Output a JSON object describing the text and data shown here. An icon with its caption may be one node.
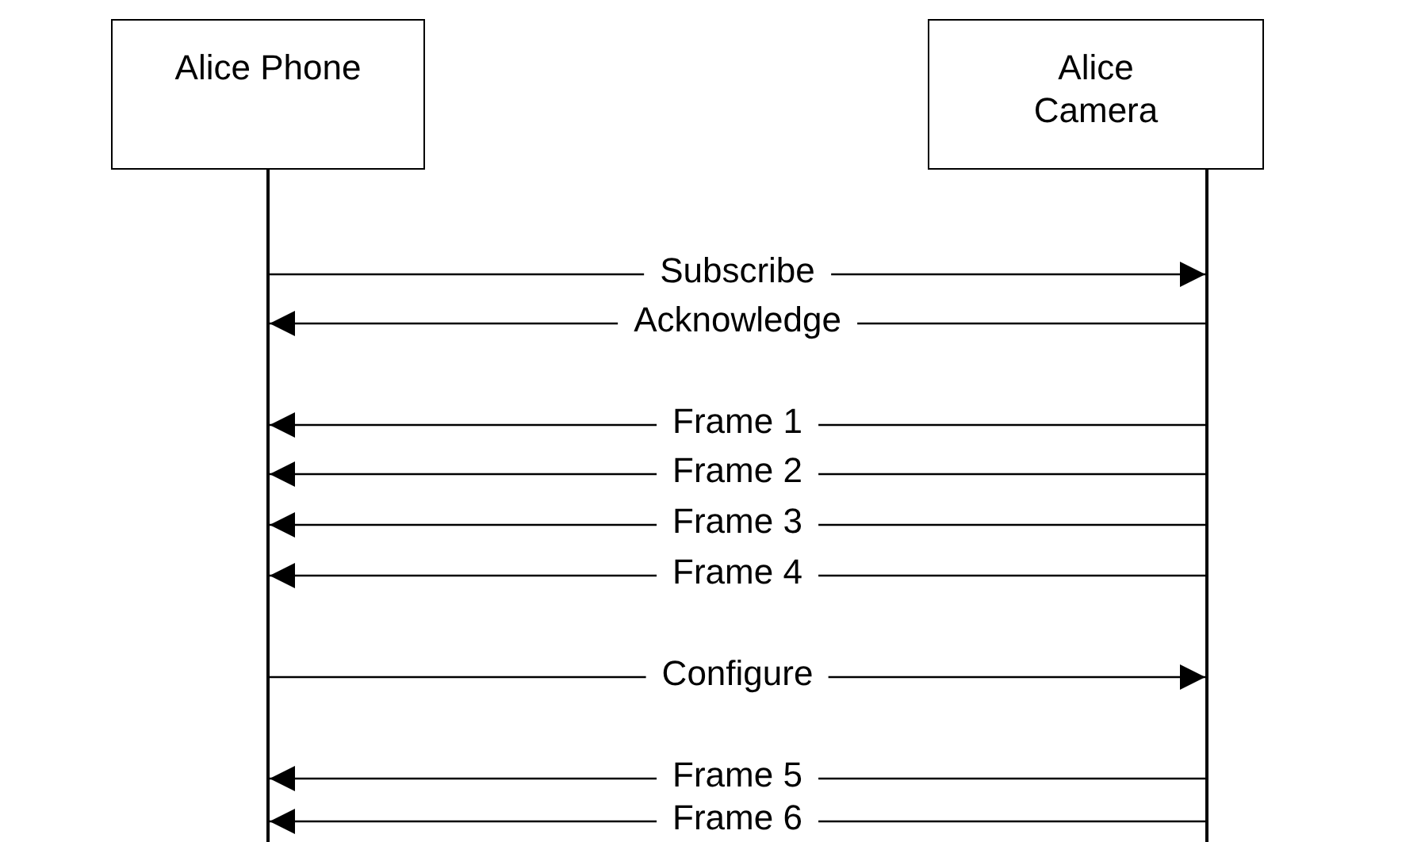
{
  "diagram": {
    "nodes": [
      {
        "text": [
          "Alice Phone"
        ]
      },
      {
        "text": [
          "Alice Camera"
        ]
      },
      {
        "text": [],
        "shape": "bar"
      },
      {
        "text": [],
        "shape": "bar"
      }
    ],
    "edges": [
      {
        "from": 2,
        "to": 3,
        "arrow": "to",
        "label": "Subscribe"
      },
      {
        "from": 3,
        "to": 2,
        "arrow": "to",
        "label": "Acknowledge"
      },
      {
        "from": 3,
        "to": 2,
        "arrow": "to",
        "label": "Frame 1"
      },
      {
        "from": 3,
        "to": 2,
        "arrow": "to",
        "label": "Frame 2"
      },
      {
        "from": 3,
        "to": 2,
        "arrow": "to",
        "label": "Frame 3"
      },
      {
        "from": 3,
        "to": 2,
        "arrow": "to",
        "label": "Frame 4"
      },
      {
        "from": 2,
        "to": 3,
        "arrow": "to",
        "label": "Configure"
      },
      {
        "from": 3,
        "to": 2,
        "arrow": "to",
        "label": "Frame 5"
      },
      {
        "from": 3,
        "to": 2,
        "arrow": "to",
        "label": "Frame 6"
      }
    ]
  }
}
